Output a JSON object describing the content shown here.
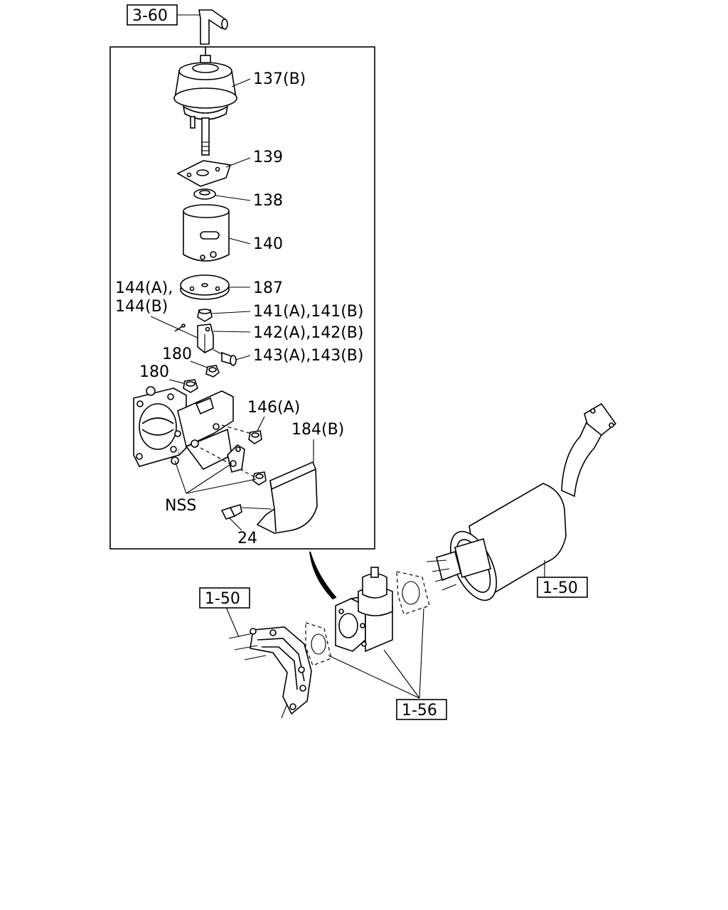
{
  "refs": {
    "r_3_60": "3-60",
    "r_1_50_right": "1-50",
    "r_1_50_left": "1-50",
    "r_1_56": "1-56"
  },
  "callouts": {
    "c137b": "137(B)",
    "c139": "139",
    "c138": "138",
    "c140": "140",
    "c187": "187",
    "c144a": "144(A),",
    "c144b": "144(B)",
    "c141": "141(A),141(B)",
    "c142": "142(A),142(B)",
    "c143": "143(A),143(B)",
    "c180a": "180",
    "c180b": "180",
    "c146a": "146(A)",
    "c184b": "184(B)",
    "cnss": "NSS",
    "c24": "24"
  }
}
